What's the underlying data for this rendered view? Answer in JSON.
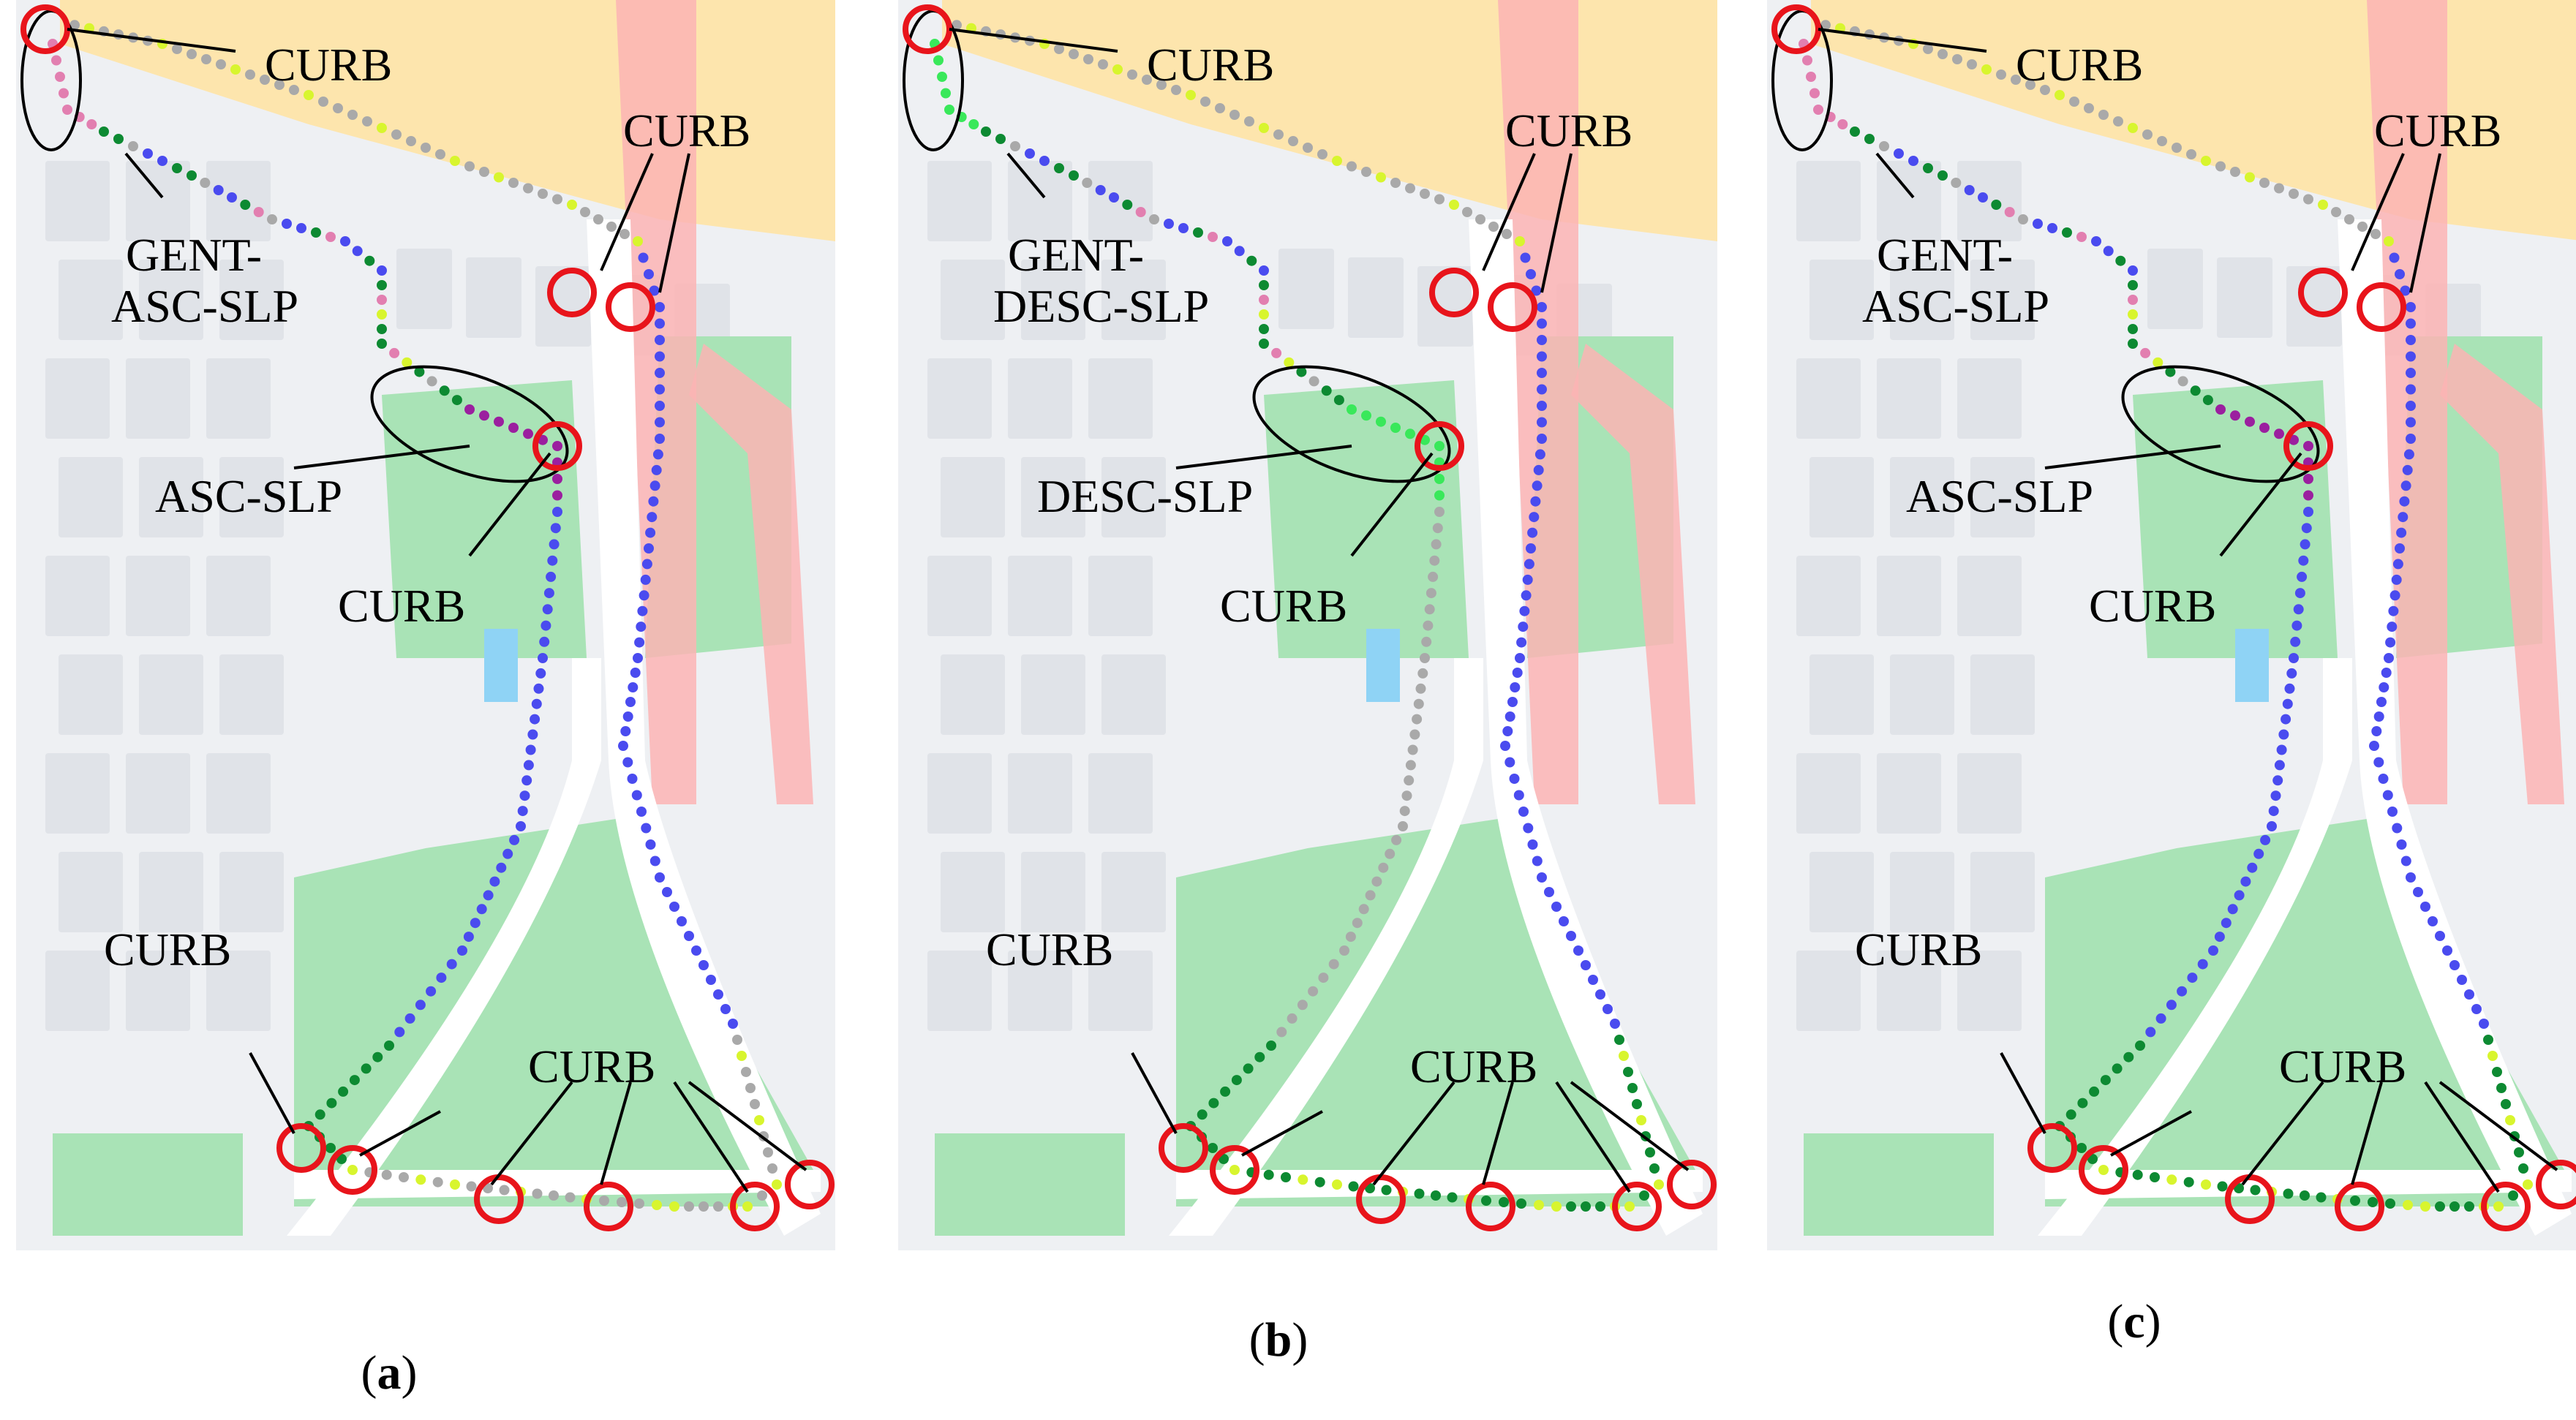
{
  "figure": {
    "panels": [
      {
        "id": "a",
        "caption_open": "(",
        "caption_letter": "a",
        "caption_close": ")",
        "labels": {
          "top_curb": "CURB",
          "right_curb": "CURB",
          "oval1_l1": "GENT-",
          "oval1_l2": "ASC-SLP",
          "oval2": "ASC-SLP",
          "mid_curb": "CURB",
          "left_curb": "CURB",
          "bottom_curb": "CURB"
        }
      },
      {
        "id": "b",
        "caption_open": "(",
        "caption_letter": "b",
        "caption_close": ")",
        "labels": {
          "top_curb": "CURB",
          "right_curb": "CURB",
          "oval1_l1": "GENT-",
          "oval1_l2": "DESC-SLP",
          "oval2": "DESC-SLP",
          "mid_curb": "CURB",
          "left_curb": "CURB",
          "bottom_curb": "CURB"
        }
      },
      {
        "id": "c",
        "caption_open": "(",
        "caption_letter": "c",
        "caption_close": ")",
        "labels": {
          "top_curb": "CURB",
          "right_curb": "CURB",
          "oval1_l1": "GENT-",
          "oval1_l2": "ASC-SLP",
          "oval2": "ASC-SLP",
          "mid_curb": "CURB",
          "left_curb": "CURB",
          "bottom_curb": "CURB"
        }
      }
    ],
    "colors": {
      "map_bg": "#eef0f3",
      "block": "#e0e3e8",
      "park": "#a9e3b6",
      "railway": "#fbb4b4",
      "highway": "#fde5ad",
      "water": "#8fd3f5",
      "road": "#ffffff",
      "marker_circle": "#e8141b",
      "dot_blue": "#4a4bef",
      "dot_green": "#0d8a32",
      "dot_gray": "#a9a9a9",
      "dot_pink": "#e27fb0",
      "dot_purple": "#9b1f9f",
      "dot_lime": "#d8f52e",
      "dot_lightgreen": "#39e85a"
    }
  }
}
